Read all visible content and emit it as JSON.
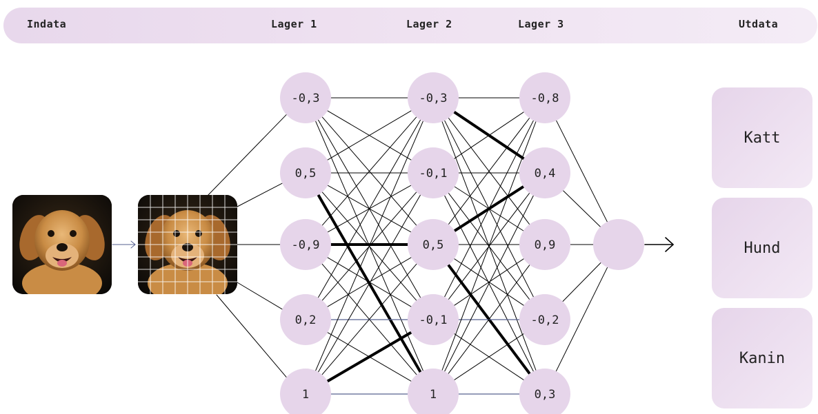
{
  "header": {
    "input_label": "Indata",
    "layer1_label": "Lager 1",
    "layer2_label": "Lager 2",
    "layer3_label": "Lager 3",
    "output_label": "Utdata"
  },
  "network": {
    "layer1": [
      "-0,3",
      "0,5",
      "-0,9",
      "0,2",
      "1"
    ],
    "layer2": [
      "-0,3",
      "-0,1",
      "0,5",
      "-0,1",
      "1"
    ],
    "layer3": [
      "-0,8",
      "0,4",
      "0,9",
      "-0,2",
      "0,3"
    ],
    "output_node": ""
  },
  "outputs": [
    "Katt",
    "Hund",
    "Kanin"
  ],
  "colors": {
    "node_fill": "#e6d5ea",
    "header_bg": "#ecdcef",
    "highlight_line": "#56608f",
    "edge": "#000000"
  },
  "icons": {
    "input_image": "golden-retriever-photo",
    "grid_image": "golden-retriever-photo-gridded",
    "arrow_out": "arrow-right-icon"
  }
}
